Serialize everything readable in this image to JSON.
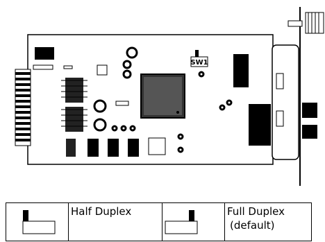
{
  "board": {
    "switch_label": "SW1"
  },
  "legend": {
    "half_duplex": "Half Duplex",
    "full_duplex_line1": "Full Duplex",
    "full_duplex_line2": "(default)"
  }
}
